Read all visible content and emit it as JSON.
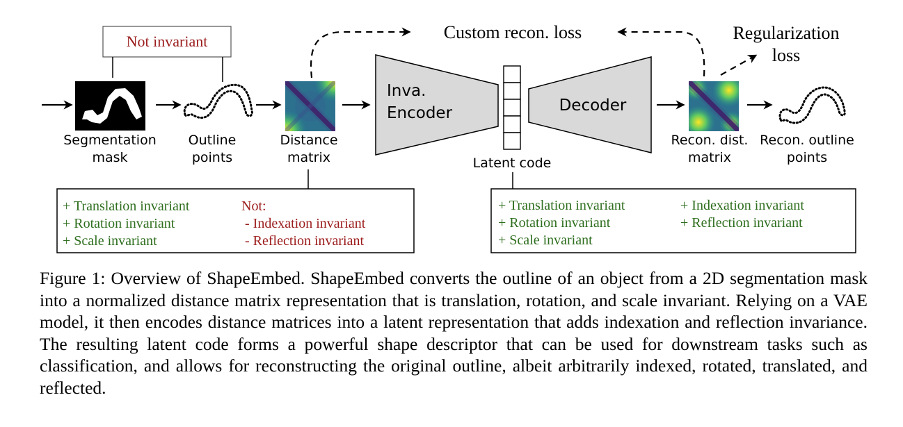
{
  "diagram": {
    "not_invariant_label": "Not invariant",
    "custom_loss_label": "Custom recon. loss",
    "regularization_line1": "Regularization",
    "regularization_line2": "loss",
    "encoder_line1": "Inva.",
    "encoder_line2": "Encoder",
    "decoder_label": "Decoder",
    "latent_label": "Latent code",
    "seg_mask_line1": "Segmentation",
    "seg_mask_line2": "mask",
    "outline_line1": "Outline",
    "outline_line2": "points",
    "distance_line1": "Distance",
    "distance_line2": "matrix",
    "recon_dist_line1": "Recon. dist.",
    "recon_dist_line2": "matrix",
    "recon_outline_line1": "Recon. outline",
    "recon_outline_line2": "points",
    "left_box": {
      "invariant": [
        "+ Translation invariant",
        "+ Rotation invariant",
        "+ Scale invariant"
      ],
      "not_header": "Not:",
      "not_invariant": [
        "- Indexation invariant",
        "- Reflection invariant"
      ]
    },
    "right_box": {
      "col1": [
        "+ Translation invariant",
        "+ Rotation invariant",
        "+ Scale invariant"
      ],
      "col2": [
        "+ Indexation invariant",
        "+ Reflection invariant"
      ]
    },
    "colors": {
      "green": "#2e6e1e",
      "red": "#9b1b1b",
      "trapezoid": "#d9d9d9",
      "matrix_purple": "#472c7a",
      "matrix_teal": "#26828e",
      "matrix_green": "#5ec962",
      "matrix_yellow": "#fde725"
    }
  },
  "caption": {
    "label": "Figure 1:",
    "text": "Overview of ShapeEmbed. ShapeEmbed converts the outline of an object from a 2D segmentation mask into a normalized distance matrix representation that is translation, rotation, and scale invariant. Relying on a VAE model, it then encodes distance matrices into a latent representation that adds indexation and reflection invariance. The resulting latent code forms a powerful shape descriptor that can be used for downstream tasks such as classification, and allows for reconstructing the original outline, albeit arbitrarily indexed, rotated, translated, and reflected."
  }
}
